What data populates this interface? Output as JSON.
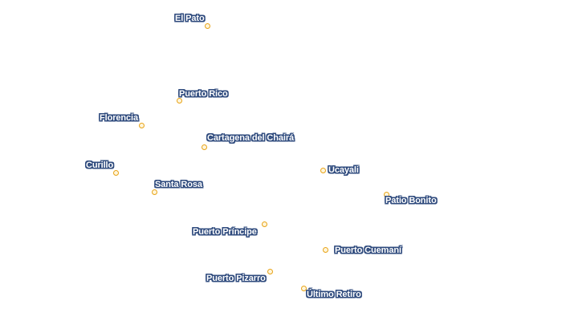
{
  "colors": {
    "background": "#ffffff",
    "dot_stroke": "#e8a317",
    "dot_fill": "#fff6dc",
    "label_fill": "#ffffff",
    "label_halo": "#2e4a7d"
  },
  "places": [
    {
      "name": "El Pato"
    },
    {
      "name": "Puerto Rico"
    },
    {
      "name": "Florencia"
    },
    {
      "name": "Cartagena del Chairá"
    },
    {
      "name": "Curillo"
    },
    {
      "name": "Ucayali"
    },
    {
      "name": "Santa Rosa"
    },
    {
      "name": "Patio Bonito"
    },
    {
      "name": "Puerto Príncipe"
    },
    {
      "name": "Puerto Cuemaní"
    },
    {
      "name": "Puerto Pizarro"
    },
    {
      "name": "Último Retiro"
    }
  ]
}
